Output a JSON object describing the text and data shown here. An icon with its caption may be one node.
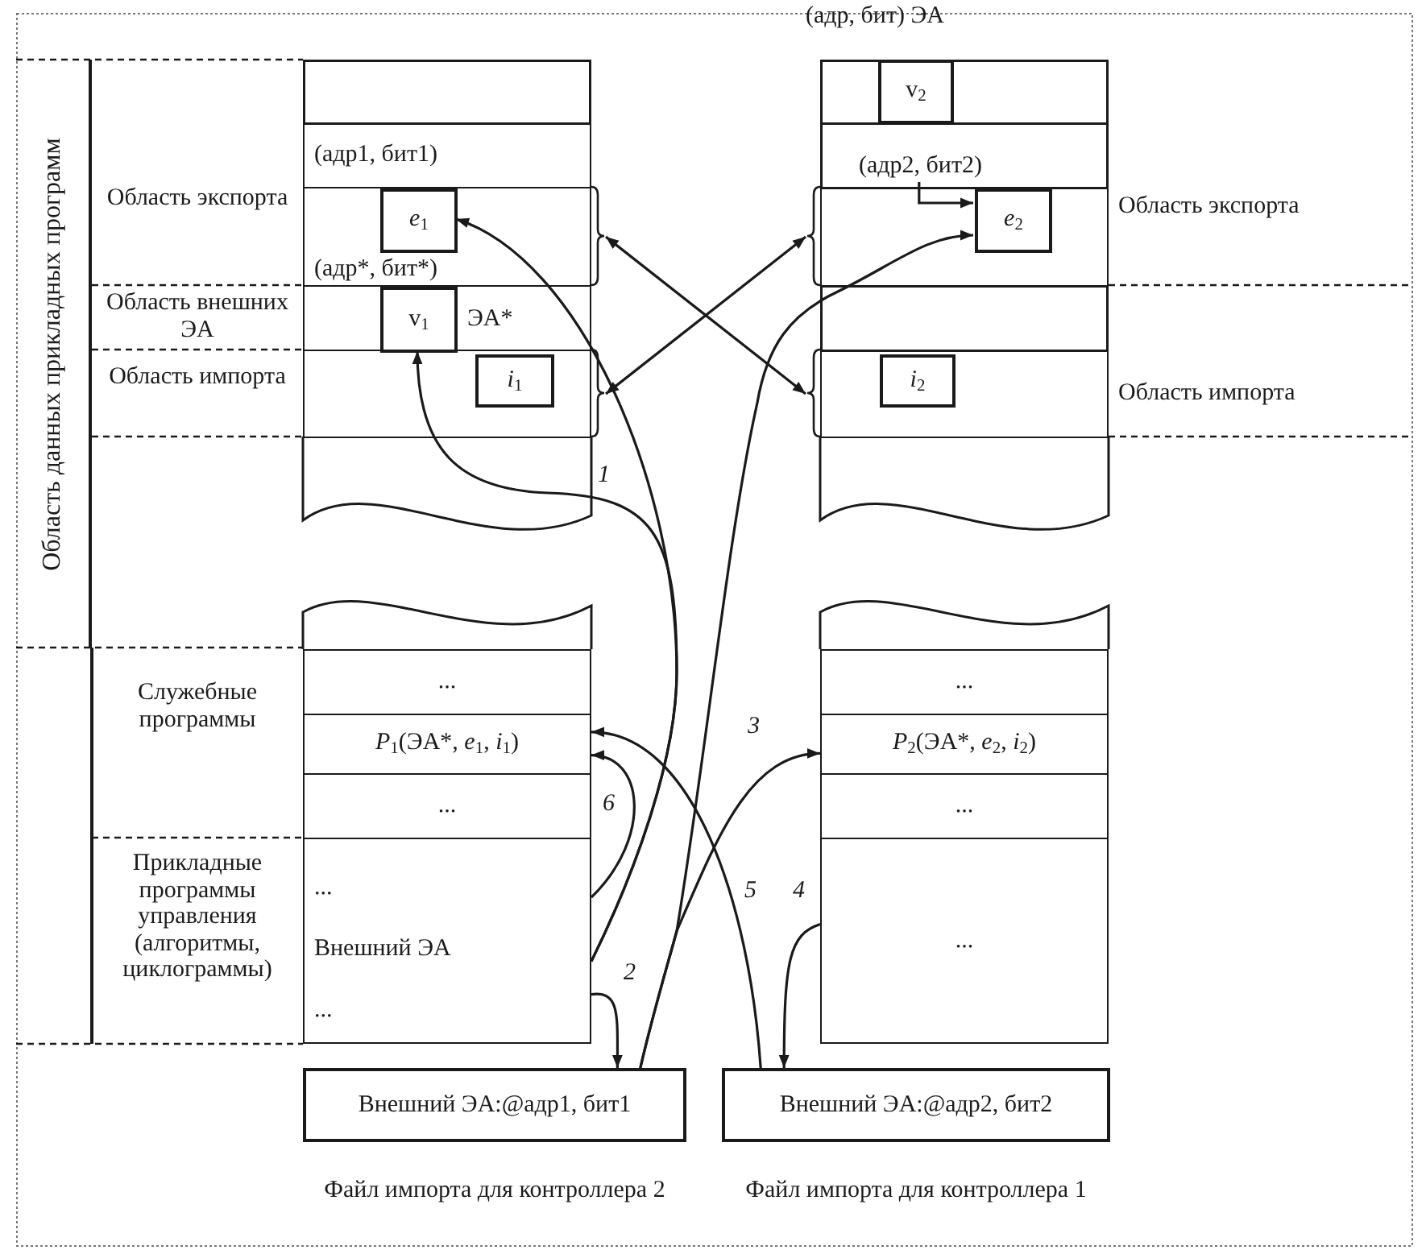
{
  "diagram": {
    "nodes": [
      {
        "text": [
          "Область данных прикладных программ"
        ]
      },
      {
        "text": [
          "(адр1, бит1)"
        ]
      },
      {
        "text": [
          "(адр*, бит*)"
        ]
      },
      {
        "text": [
          "*e*$_{1}$"
        ],
        "in": 2
      },
      {
        "text": [
          "ЭА*"
        ]
      },
      {
        "text": [
          "v$_{1}$"
        ],
        "in": 4
      },
      {
        "text": [],
        "shape": "box"
      },
      {
        "text": [
          "*i*$_{1}$"
        ],
        "in": 6
      },
      {
        "text": [
          "v$_{2}$"
        ]
      },
      {
        "text": [
          "(адр2, бит2)"
        ]
      },
      {
        "text": [],
        "shape": "box"
      },
      {
        "text": [
          "*e*$_{2}$"
        ],
        "in": 10
      },
      {
        "text": [],
        "shape": "box"
      },
      {
        "text": [
          "*i*$_{2}$"
        ],
        "in": 12
      },
      {
        "text": [
          "..."
        ]
      },
      {
        "text": [
          "*P*$_{1}$(ЭА*, *e*$_{1}$, *i*$_{1}$)"
        ]
      },
      {
        "text": [
          "..."
        ]
      },
      {
        "text": [
          "...",
          "Внешний ЭА",
          "..."
        ]
      },
      {
        "text": [
          "..."
        ]
      },
      {
        "text": [
          "*P*$_{2}$(ЭА*, *e*$_{2}$, *i*$_{2}$)"
        ]
      },
      {
        "text": [
          "..."
        ]
      },
      {
        "text": [
          "..."
        ]
      },
      {
        "text": [
          "Внешний ЭА:@адр1, бит1"
        ],
        "beside": [
          "Файл импорта для контроллера 2"
        ]
      },
      {
        "text": [
          "Внешний ЭА:@адр2, бит2"
        ],
        "beside": [
          "Файл импорта для контроллера 1"
        ]
      }
    ],
    "edges": [
      {
        "from": 2,
        "to": 12,
        "arrow": "both"
      },
      {
        "from": 10,
        "to": 6,
        "arrow": "both"
      },
      {
        "from": 17,
        "to": 3,
        "arrow": "to"
      },
      {
        "from": 17,
        "to": 5,
        "arrow": "to",
        "label": "1"
      },
      {
        "from": 22,
        "to": 11,
        "arrow": "to"
      },
      {
        "from": 22,
        "to": 19,
        "arrow": "to",
        "label": "3"
      },
      {
        "from": 17,
        "to": 15,
        "arrow": "to",
        "label": "6"
      },
      {
        "from": 17,
        "to": 22,
        "arrow": "to",
        "label": "2"
      },
      {
        "from": 23,
        "to": 15,
        "arrow": "to",
        "label": "5"
      },
      {
        "from": 21,
        "to": 23,
        "arrow": "to",
        "label": "4"
      },
      {
        "from": 9,
        "to": 11,
        "arrow": "to"
      }
    ],
    "labels": [
      "(адр, бит) ЭА",
      "Область экспорта",
      "Область внешних ЭА",
      "Область импорта",
      "Служебные программы",
      "Прикладные программы управления (алгоритмы, циклограммы)",
      "Область экспорта",
      "Область импорта"
    ]
  }
}
